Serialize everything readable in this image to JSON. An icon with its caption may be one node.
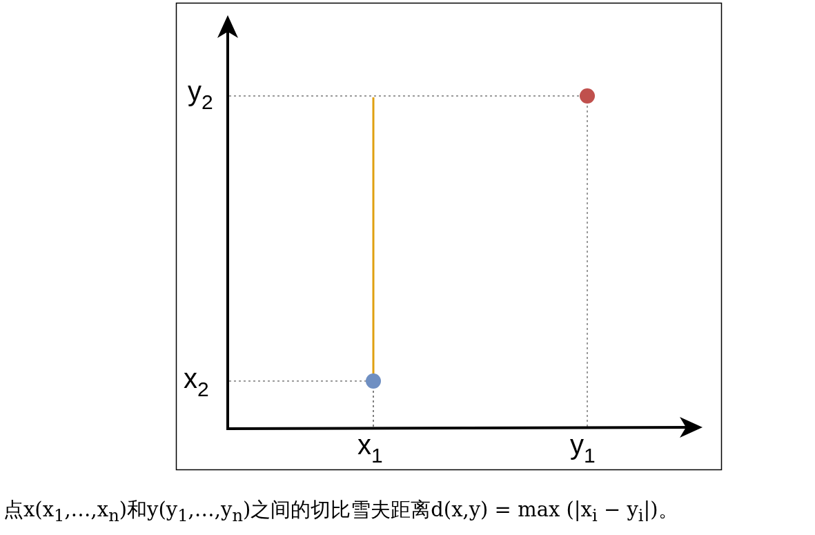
{
  "diagram": {
    "caption": "点x(x$_{1}$,…,x$_{n}$)和y(y$_{1}$,…,y$_{n}$)之间的切比雪夫距离d(x,y) = max (|x$_{i}$ − y$_{i}$|)。",
    "labels": [
      "y$_{2}$",
      "x$_{2}$",
      "x$_{1}$",
      "y$_{1}$"
    ]
  }
}
